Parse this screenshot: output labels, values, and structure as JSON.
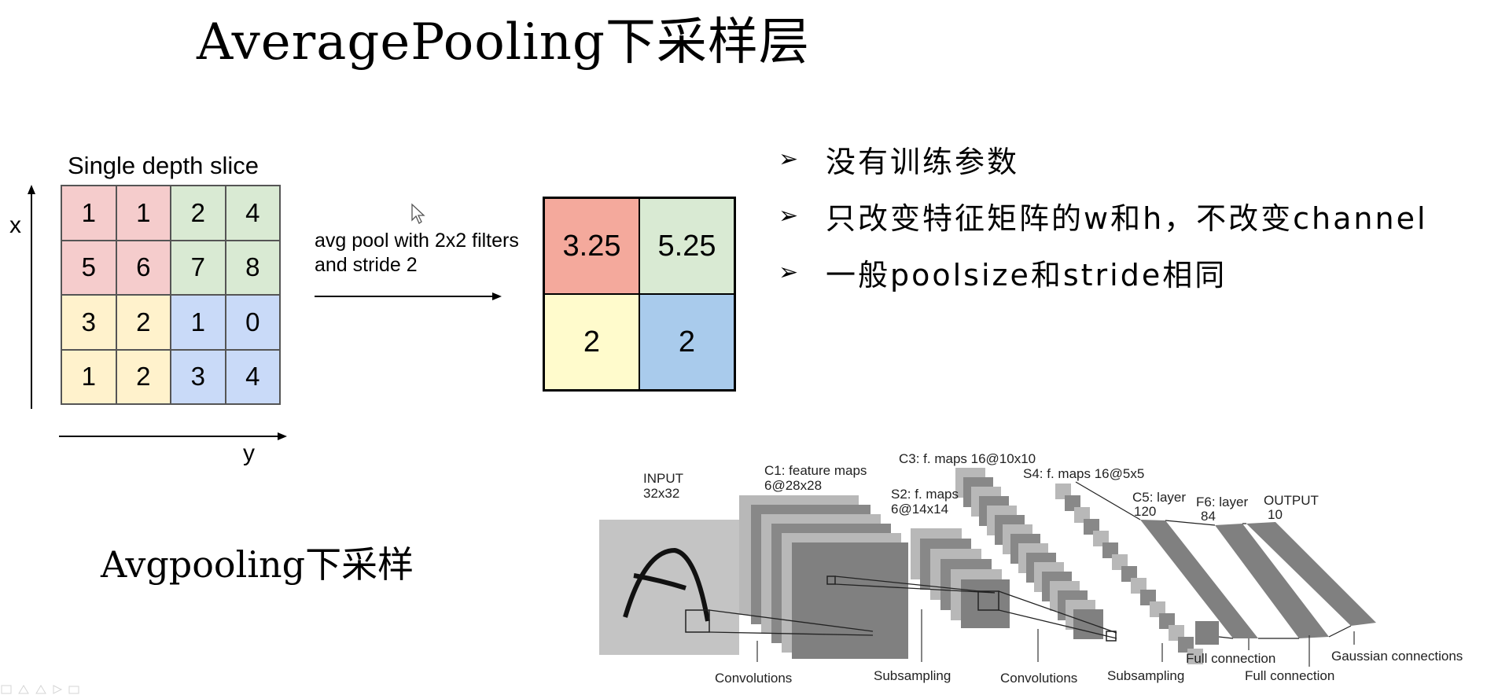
{
  "title": "AveragePooling下采样层",
  "input_grid": {
    "title": "Single depth slice",
    "x_label": "x",
    "y_label": "y",
    "rows": [
      [
        "1",
        "1",
        "2",
        "4"
      ],
      [
        "5",
        "6",
        "7",
        "8"
      ],
      [
        "3",
        "2",
        "1",
        "0"
      ],
      [
        "1",
        "2",
        "3",
        "4"
      ]
    ],
    "quadrant_colors": {
      "top_left": "#f5cccc",
      "top_right": "#d9ead3",
      "bottom_left": "#fff2cc",
      "bottom_right": "#c9daf8"
    }
  },
  "operation": {
    "line1": "avg pool with 2x2 filters",
    "line2": "and stride 2"
  },
  "output_grid": {
    "cells": [
      "3.25",
      "5.25",
      "2",
      "2"
    ],
    "colors": [
      "#f4a99c",
      "#d9ead3",
      "#fffbcc",
      "#a9cbec"
    ]
  },
  "bullets": [
    "没有训练参数",
    "只改变特征矩阵的w和h，不改变channel",
    "一般poolsize和stride相同"
  ],
  "bullet_marker": "➢",
  "subtitle": "Avgpooling下采样",
  "lenet": {
    "input_label": [
      "INPUT",
      "32x32"
    ],
    "c1_label": [
      "C1: feature maps",
      "6@28x28"
    ],
    "s2_label": [
      "S2: f. maps",
      "6@14x14"
    ],
    "c3_label": "C3: f. maps 16@10x10",
    "s4_label": "S4: f. maps 16@5x5",
    "c5_label": [
      "C5: layer",
      "120"
    ],
    "f6_label": [
      "F6: layer",
      "84"
    ],
    "output_label": [
      "OUTPUT",
      "10"
    ],
    "bottom_labels": [
      "Convolutions",
      "Subsampling",
      "Convolutions",
      "Subsampling",
      "Full connection",
      "Full connection",
      "Gaussian connections"
    ]
  }
}
